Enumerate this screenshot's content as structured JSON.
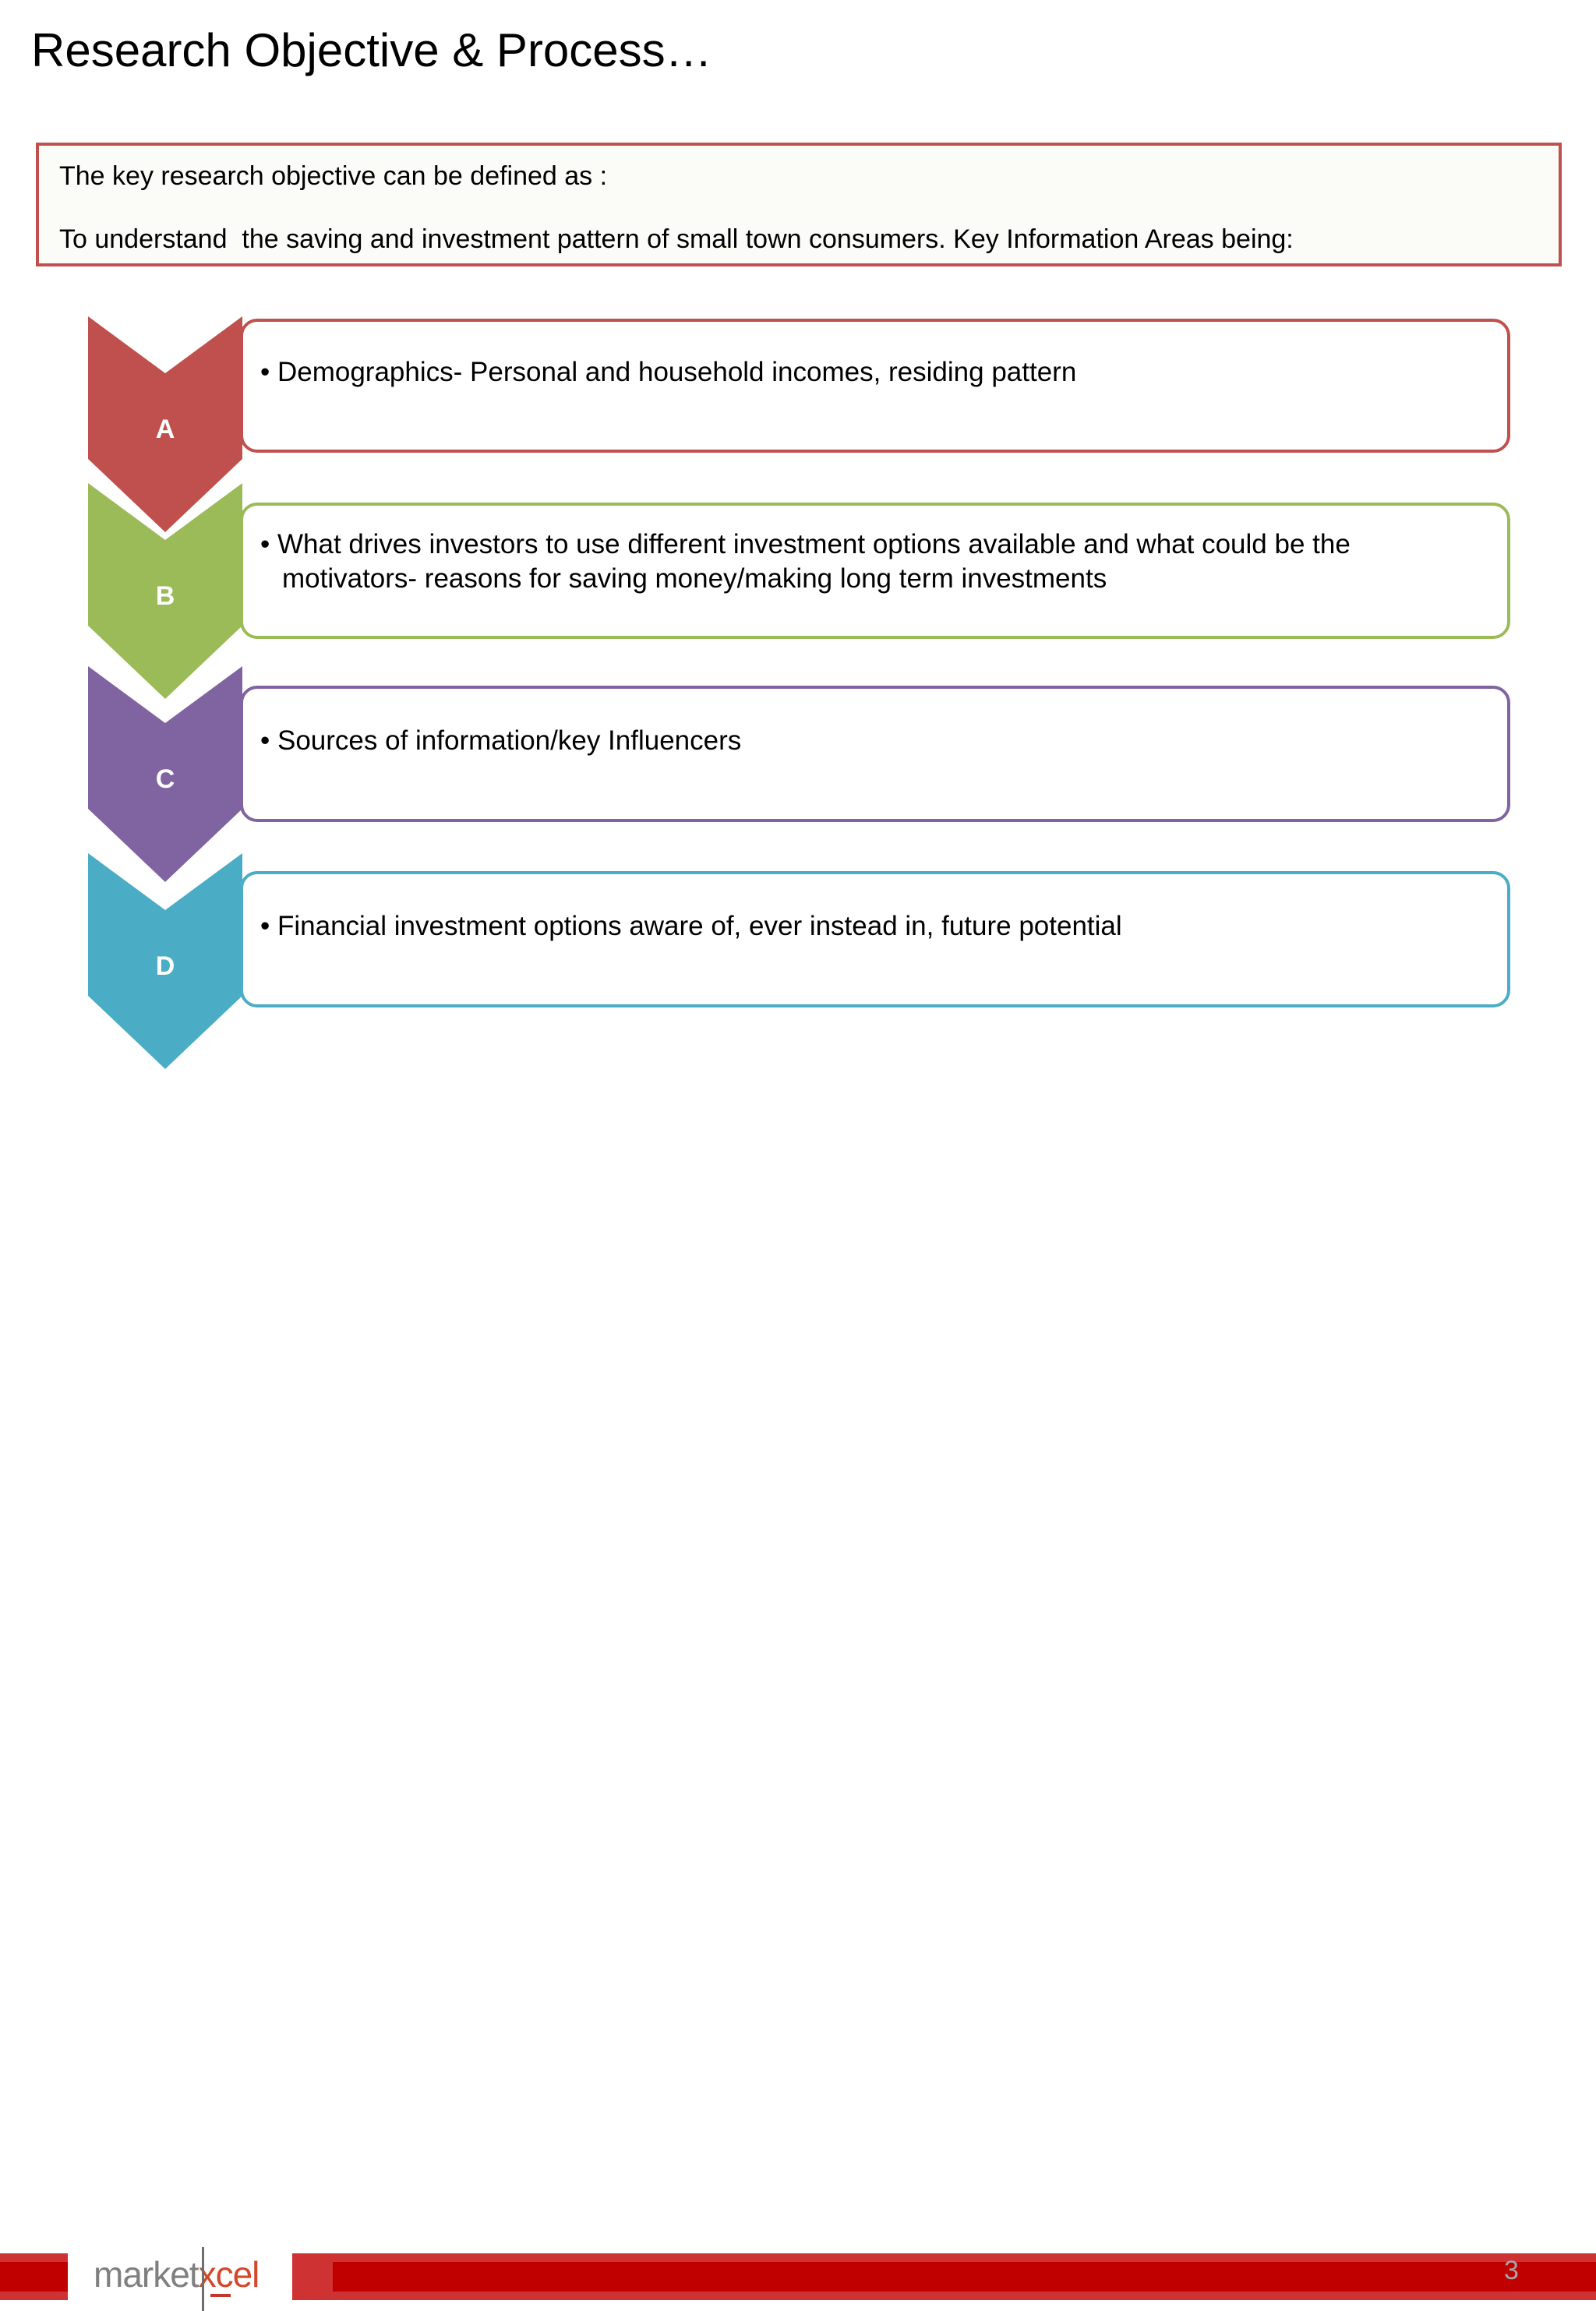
{
  "slide": {
    "title": "Research Objective & Process…",
    "objective": {
      "line1": "The key research objective can be defined as :",
      "line2": "To understand  the saving and investment pattern of small town consumers. Key Information Areas being:",
      "border_color": "#C0504D",
      "background_color": "#FBFCF8"
    },
    "rows": [
      {
        "key": "A",
        "label": "A",
        "color": "#C0504D",
        "bullet": "• Demographics- Personal and household incomes, residing pattern"
      },
      {
        "key": "B",
        "label": "B",
        "color": "#9BBB59",
        "bullet": "• What drives investors to use different investment options available and what could be the motivators- reasons for saving money/making long term investments"
      },
      {
        "key": "C",
        "label": "C",
        "color": "#8064A2",
        "bullet": "• Sources of information/key Influencers"
      },
      {
        "key": "D",
        "label": "D",
        "color": "#4BACC6",
        "bullet": "• Financial investment options aware of, ever instead in, future potential"
      }
    ],
    "footer": {
      "logo_part1": "market",
      "logo_part2": "xcel",
      "page_number": "3",
      "bar_color_light": "#CF3232",
      "bar_color_dark": "#C00000",
      "page_number_color": "#A6A6A6"
    }
  }
}
